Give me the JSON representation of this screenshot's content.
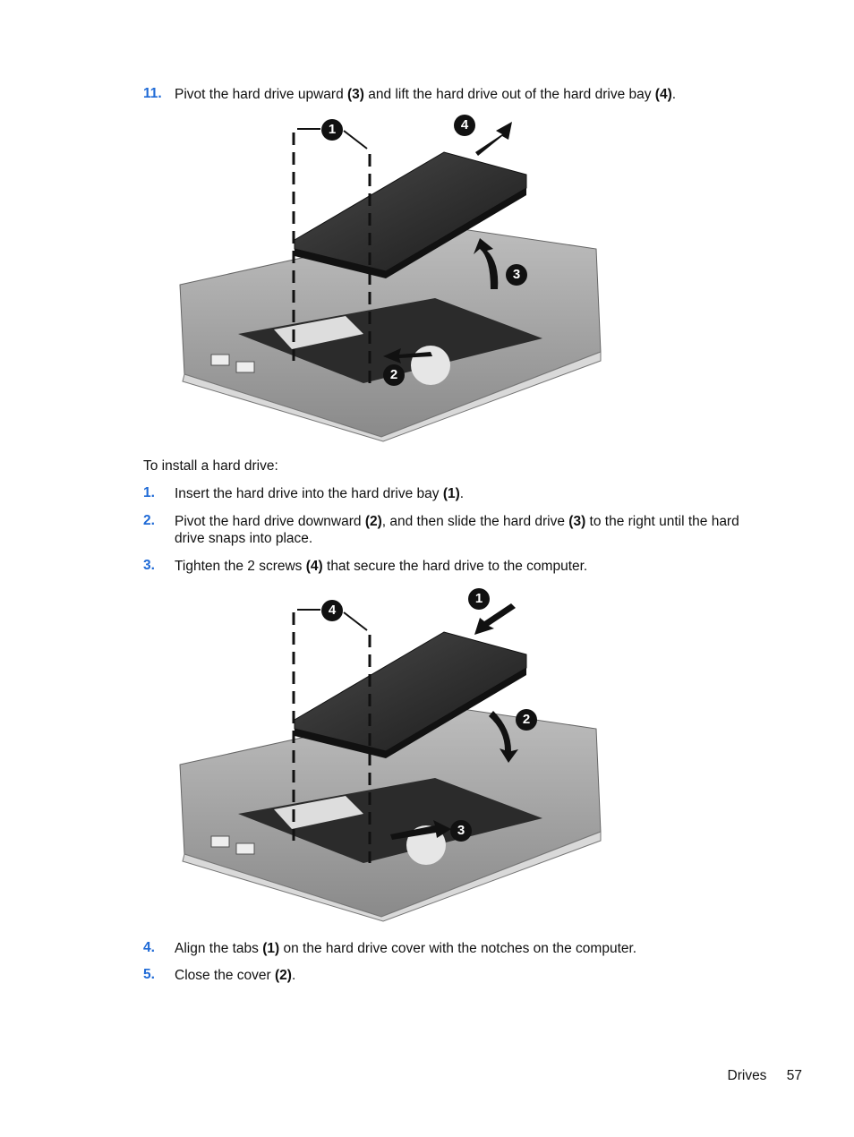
{
  "steps_top": [
    {
      "num": "11.",
      "parts": [
        "Pivot the hard drive upward ",
        "(3)",
        " and lift the hard drive out of the hard drive bay ",
        "(4)",
        "."
      ]
    }
  ],
  "intro": "To install a hard drive:",
  "steps_install": [
    {
      "num": "1.",
      "parts": [
        "Insert the hard drive into the hard drive bay ",
        "(1)",
        "."
      ]
    },
    {
      "num": "2.",
      "parts": [
        "Pivot the hard drive downward ",
        "(2)",
        ", and then slide the hard drive ",
        "(3)",
        " to the right until the hard drive snaps into place."
      ]
    },
    {
      "num": "3.",
      "parts": [
        "Tighten the 2 screws ",
        "(4)",
        " that secure the hard drive to the computer."
      ]
    }
  ],
  "steps_bottom": [
    {
      "num": "4.",
      "parts": [
        "Align the tabs ",
        "(1)",
        " on the hard drive cover with the notches on the computer."
      ]
    },
    {
      "num": "5.",
      "parts": [
        "Close the cover ",
        "(2)",
        "."
      ]
    }
  ],
  "figure1": {
    "callouts": [
      "1",
      "2",
      "3",
      "4"
    ]
  },
  "figure2": {
    "callouts": [
      "4",
      "1",
      "2",
      "3"
    ]
  },
  "footer": {
    "section": "Drives",
    "page": "57"
  },
  "colors": {
    "step_number": "#1f6ad6"
  }
}
